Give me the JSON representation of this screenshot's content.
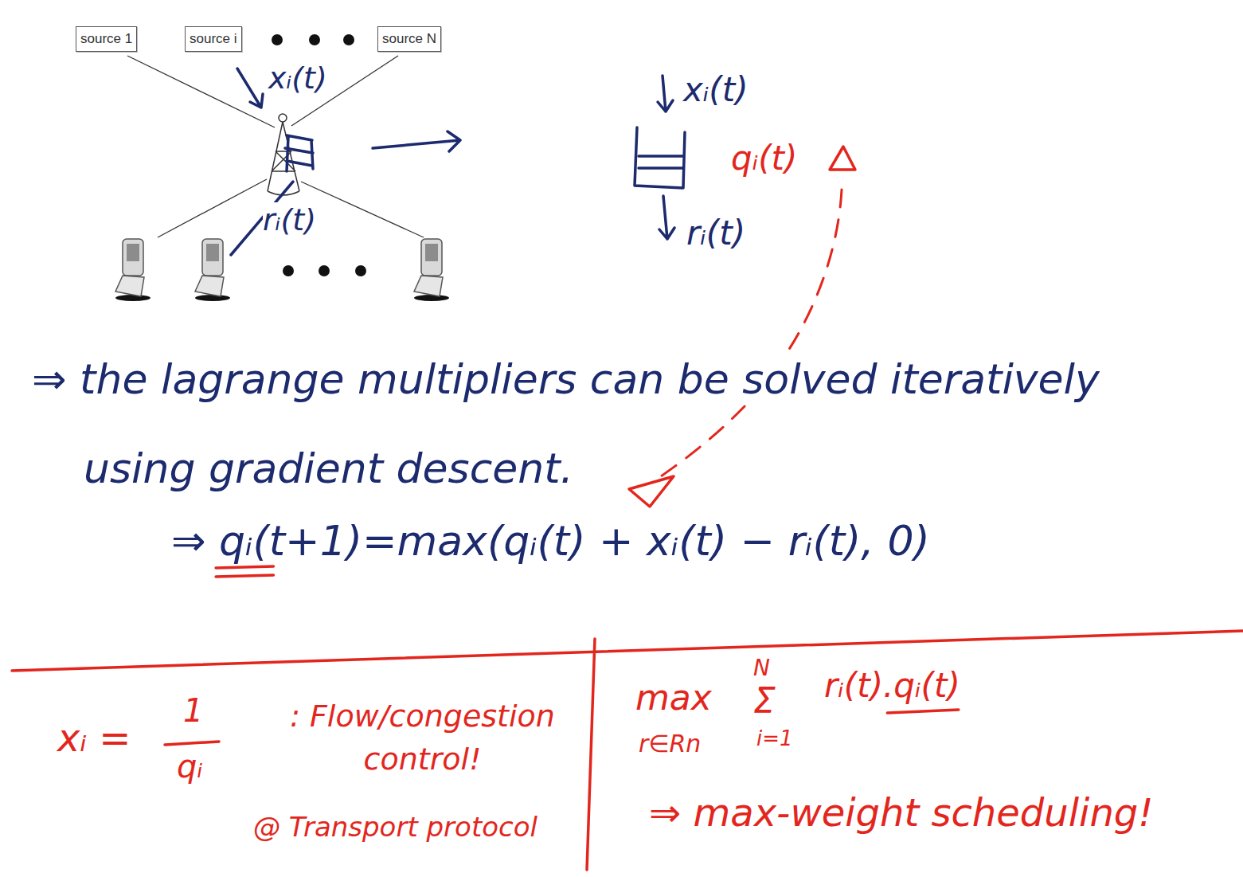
{
  "diagram": {
    "nodes": [
      {
        "text": [
          "source 1"
        ]
      },
      {
        "text": [
          "source i"
        ]
      },
      {
        "text": [
          "source N"
        ]
      }
    ],
    "labels": [
      "xᵢ(t)",
      "rᵢ(t)",
      "xᵢ(t)",
      "qᵢ(t)",
      "rᵢ(t)",
      "⇒ the lagrange multipliers can be solved iteratively using gradient descent.",
      "⇒ qᵢ(t+1)=max(qᵢ(t) + xᵢ(t) − rᵢ(t), 0)",
      "xᵢ =",
      "1",
      "qᵢ",
      ": Flow/congestion control!",
      "@ Transport protocol",
      "max",
      "r∈Rn",
      "N",
      "Σ",
      "i=1",
      "rᵢ(t).qᵢ(t)",
      "⇒ max-weight scheduling!"
    ]
  }
}
